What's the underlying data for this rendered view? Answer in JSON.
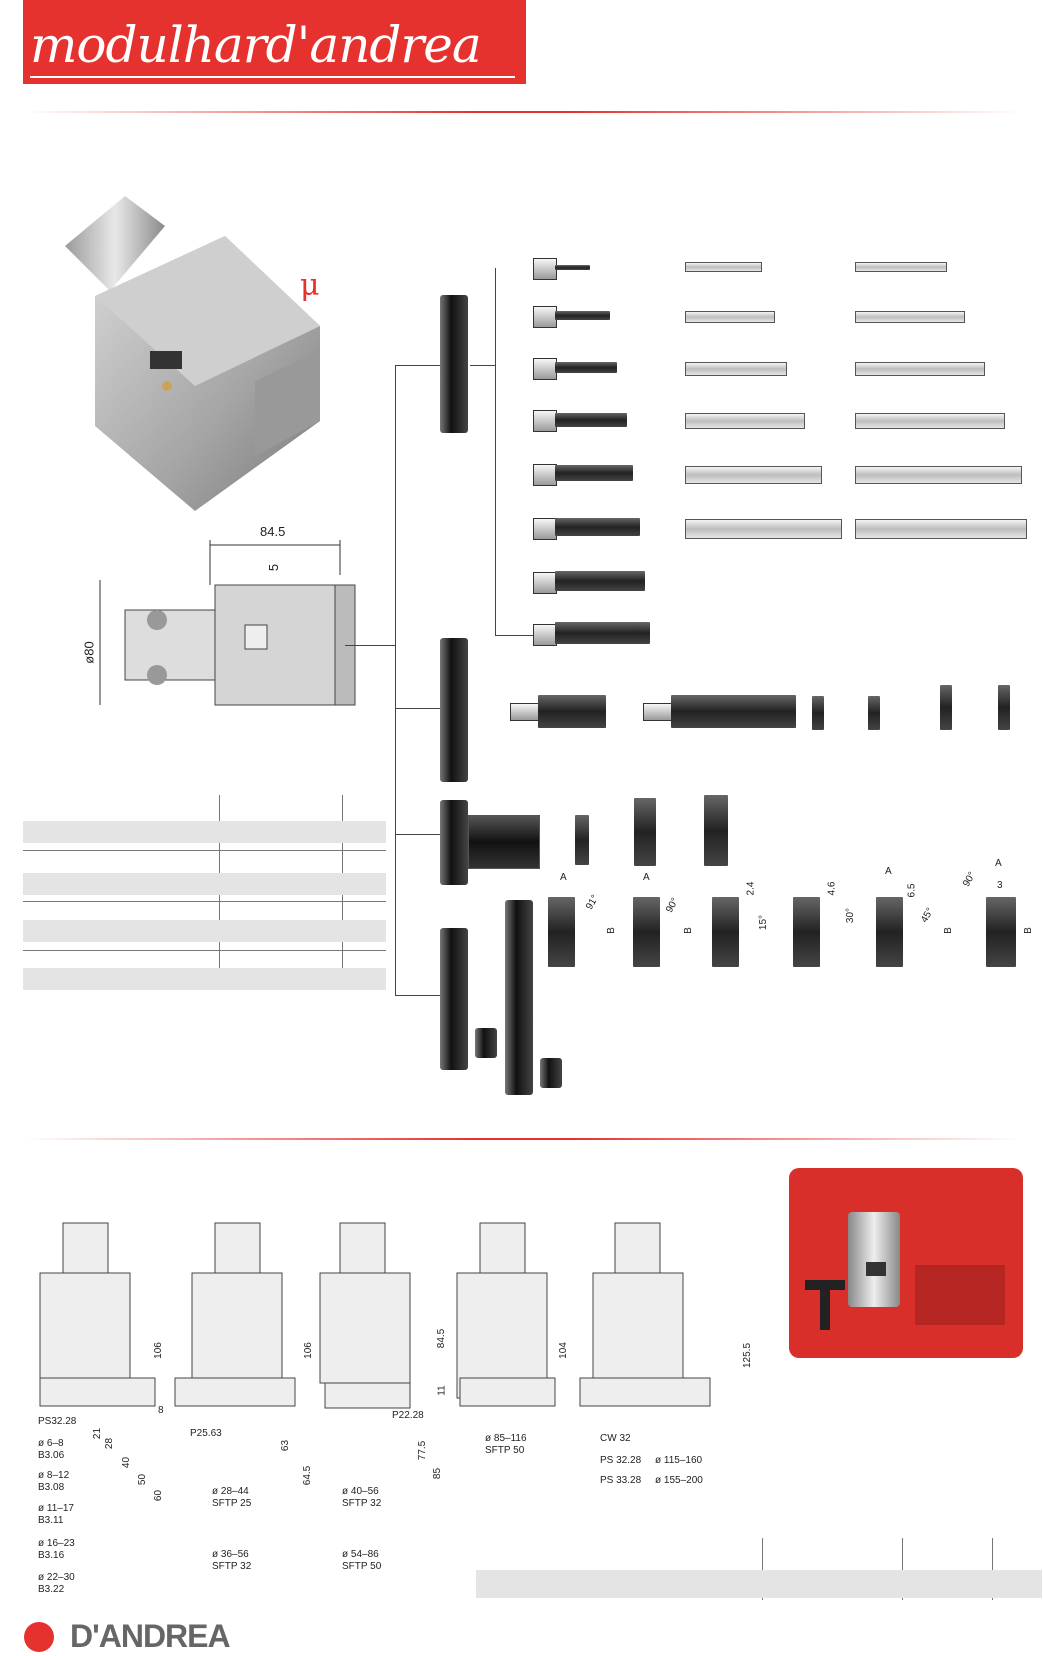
{
  "header": {
    "logo_text": "modulhard'andrea",
    "brand_color": "#e6322e"
  },
  "symbol": "μ",
  "dimensions": {
    "head_width": "84.5",
    "offset": "5",
    "diameter": "ø80"
  },
  "insert_angles": {
    "a1": "A",
    "a1b": "B",
    "ang1": "91°",
    "a2": "A",
    "a2b": "B",
    "ang2": "90°",
    "d3a": "2.4",
    "ang3": "15°",
    "d4a": "4.6",
    "ang4": "30°",
    "a5": "A",
    "d5a": "6.5",
    "ang5": "45°",
    "a5b": "B",
    "ang6": "90°",
    "a6": "A",
    "d6a": "3",
    "a6b": "B"
  },
  "configs": {
    "c1": {
      "height": "106",
      "step": "8",
      "ps": "PS32.28",
      "d1": "21",
      "d2": "28",
      "d3": "40",
      "d4": "50",
      "d5": "60",
      "r1": "ø 6–8",
      "b1": "B3.06",
      "r2": "ø 8–12",
      "b2": "B3.08",
      "r3": "ø 11–17",
      "b3": "B3.11",
      "r4": "ø 16–23",
      "b4": "B3.16",
      "r5": "ø 22–30",
      "b5": "B3.22"
    },
    "c2": {
      "height": "106",
      "ps": "P25.63",
      "d1": "63",
      "d2": "64.5",
      "r1": "ø 28–44",
      "s1": "SFTP 25",
      "r2": "ø 36–56",
      "s2": "SFTP 32"
    },
    "c3": {
      "height": "84.5",
      "step": "11",
      "ps": "P22.28",
      "d1": "77.5",
      "d2": "85",
      "r1": "ø 40–56",
      "s1": "SFTP 32",
      "r2": "ø 54–86",
      "s2": "SFTP 50"
    },
    "c4": {
      "height": "104",
      "r1": "ø 85–116",
      "s1": "SFTP 50"
    },
    "c5": {
      "height": "125.5",
      "cw": "CW 32",
      "p1": "PS 32.28",
      "r1": "ø 115–160",
      "p2": "PS 33.28",
      "r2": "ø 155–200"
    }
  },
  "footer": {
    "brand": "D'ANDREA"
  }
}
